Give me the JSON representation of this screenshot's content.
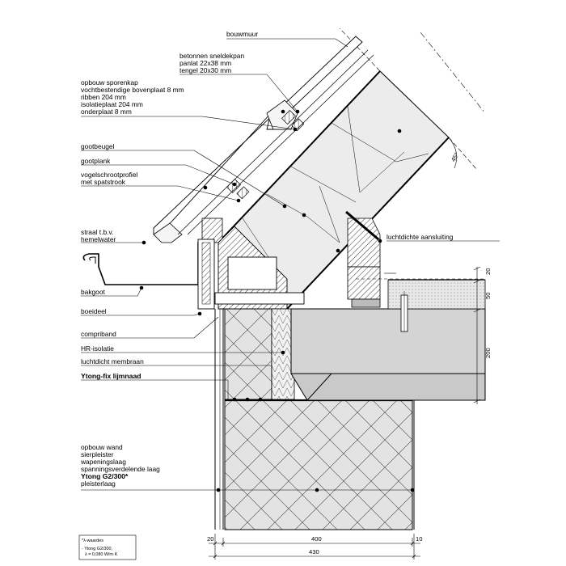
{
  "labels": {
    "bouwmuur": "bouwmuur",
    "betonnen_sneldekpan": "betonnen sneldekpan",
    "panlat": "panlat 22x38 mm",
    "tengel": "tengel 20x30 mm",
    "opbouw_sporenkap": "opbouw sporenkap",
    "vochtbestendige": "vochtbestendige bovenplaat 8 mm",
    "ribben": "ribben 204 mm",
    "isolatieplaat": "isolatieplaat 204 mm",
    "onderplaat": "onderplaat 8 mm",
    "gootbeugel": "gootbeugel",
    "gootplank": "gootplank",
    "vogelschroot": "vogelschrootprofiel",
    "spatstrook": "met spatstrook",
    "straal": "straal t.b.v.",
    "hemelwater": "hemelwater",
    "bakgoot": "bakgoot",
    "boeideel": "boeideel",
    "compriband": "compriband",
    "hr_isolatie": "HR-isolatie",
    "luchtdicht_membraan": "luchtdicht membraan",
    "ytong_fix": "Ytong-fix lijmnaad",
    "luchtdichte_aansluiting": "luchtdichte aansluiting",
    "opbouw_wand": "opbouw wand",
    "sierpleister": "sierpleister",
    "wapeningslaag": "wapeningslaag",
    "spanningsverdelende": "spanningsverdelende laag",
    "ytong_g2": "Ytong G2/300*",
    "pleisterlaag": "pleisterlaag"
  },
  "angle": "45°",
  "dimensions": {
    "h20": "20",
    "h50": "50",
    "h200": "200",
    "w20": "20",
    "w400": "400",
    "w10": "10",
    "w430": "430"
  },
  "note": {
    "title": "*λ-waardes",
    "line1": "- Ytong G2/300,",
    "line2": "λ = 0,080 W/m·K"
  },
  "colors": {
    "ytong_fill": "#e3e3e3",
    "floor_fill": "#d4d4d4",
    "roof_panel_fill": "#ebebeb",
    "line": "#000000"
  }
}
